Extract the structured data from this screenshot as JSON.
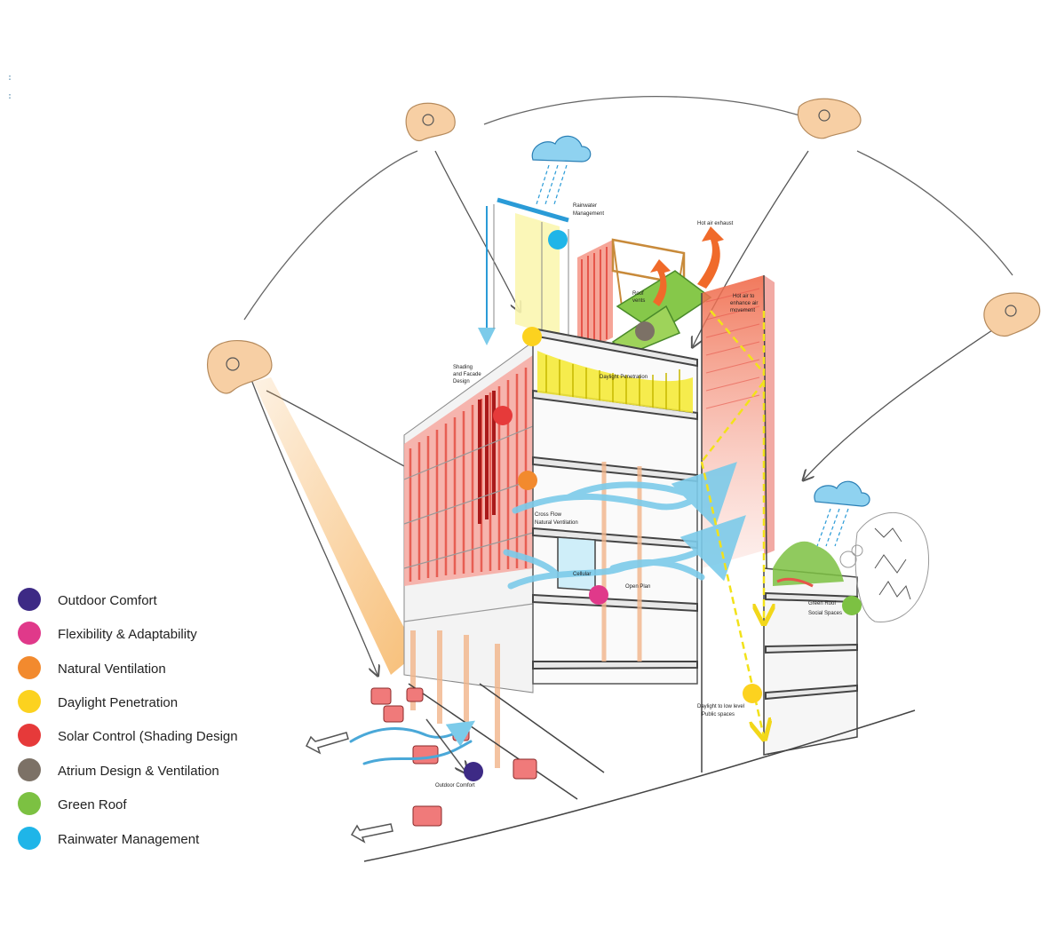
{
  "margin_marks": [
    ":",
    ":"
  ],
  "annotations": {
    "rainwater_management": [
      "Rainwater",
      "Management"
    ],
    "hot_air_exhaust": "Hot air exhaust",
    "roof_vents": [
      "Roof",
      "vents"
    ],
    "hot_air_movement": [
      "Hot air to",
      "enhance air",
      "movement"
    ],
    "shading_facade": [
      "Shading",
      "and Facade",
      "Design"
    ],
    "daylight_penetration": "Daylight Penetration",
    "cross_flow": [
      "Cross Flow",
      "Natural Ventilation"
    ],
    "cellular": "Cellular",
    "open_plan": "Open Plan",
    "green_roof_social": [
      "Green Roof",
      "Social Spaces"
    ],
    "daylight_lower": [
      "Daylight to low level",
      "Public spaces"
    ],
    "outdoor_comfort": "Outdoor Comfort"
  },
  "colors": {
    "outdoor_comfort": "#3d2a85",
    "flexibility": "#e0398a",
    "ventilation": "#f28a2e",
    "daylight": "#fcd21f",
    "solar": "#e63a3a",
    "atrium": "#7c7166",
    "green_roof": "#7cc142",
    "rainwater": "#1fb5e8"
  },
  "legend": [
    {
      "label": "Outdoor Comfort",
      "color": "#3d2a85"
    },
    {
      "label": "Flexibility & Adaptability",
      "color": "#e0398a"
    },
    {
      "label": "Natural Ventilation",
      "color": "#f28a2e"
    },
    {
      "label": "Daylight Penetration",
      "color": "#fcd21f"
    },
    {
      "label": "Solar Control (Shading Design",
      "color": "#e63a3a"
    },
    {
      "label": "Atrium Design & Ventilation",
      "color": "#7c7166"
    },
    {
      "label": "Green Roof",
      "color": "#7cc142"
    },
    {
      "label": "Rainwater Management",
      "color": "#1fb5e8"
    }
  ]
}
